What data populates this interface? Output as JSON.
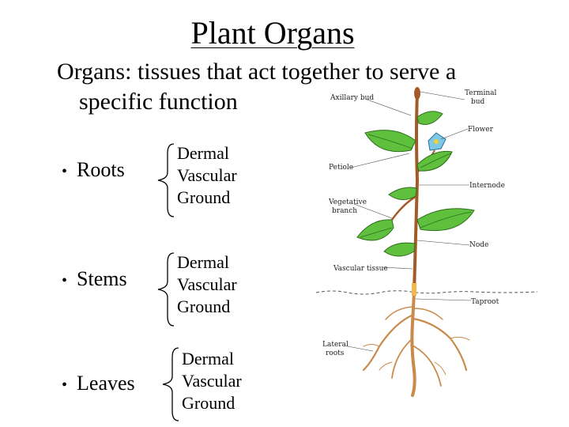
{
  "slide": {
    "title": "Plant Organs",
    "definition_line1": "Organs: tissues that act together to serve a",
    "definition_line2": "specific function"
  },
  "organs": [
    {
      "name": "Roots",
      "tissues": [
        "Dermal",
        "Vascular",
        "Ground"
      ]
    },
    {
      "name": "Stems",
      "tissues": [
        "Dermal",
        "Vascular",
        "Ground"
      ]
    },
    {
      "name": "Leaves",
      "tissues": [
        "Dermal",
        "Vascular",
        "Ground"
      ]
    }
  ],
  "diagram_labels": {
    "terminal_bud": [
      "Terminal",
      "bud"
    ],
    "axillary_bud": "Axillary bud",
    "flower": "Flower",
    "petiole": "Petiole",
    "internode": "Internode",
    "vegetative_branch": [
      "Vegetative",
      "branch"
    ],
    "node": "Node",
    "vascular_tissue": "Vascular tissue",
    "taproot": "Taproot",
    "lateral_roots": [
      "Lateral",
      "roots"
    ]
  },
  "colors": {
    "leaf": "#5ec03c",
    "stem": "#a45a26",
    "root": "#c98b4b",
    "flower": "#7ec8e8",
    "text": "#000000"
  }
}
